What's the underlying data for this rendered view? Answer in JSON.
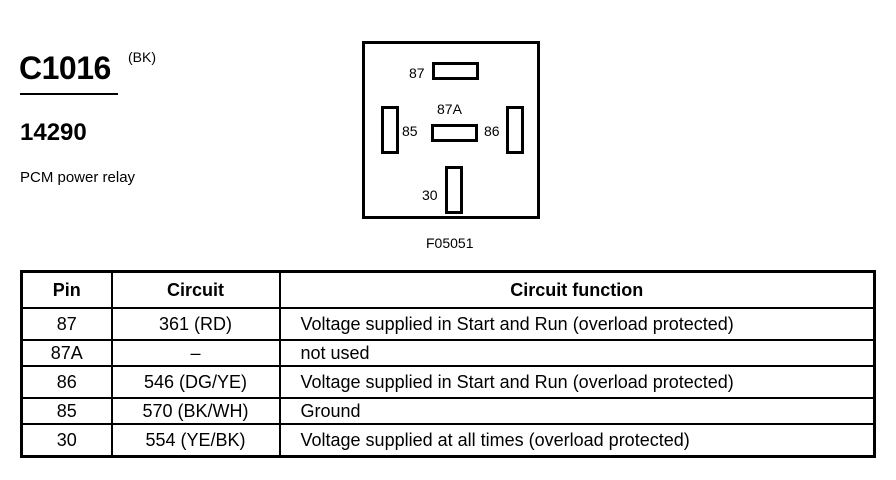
{
  "header": {
    "connector_id": "C1016",
    "connector_color": "(BK)",
    "part_number": "14290",
    "description": "PCM power relay"
  },
  "diagram": {
    "figure_id": "F05051",
    "terminals": {
      "t87": "87",
      "t87a": "87A",
      "t85": "85",
      "t86": "86",
      "t30": "30"
    }
  },
  "table": {
    "headers": [
      "Pin",
      "Circuit",
      "Circuit function"
    ],
    "rows": [
      {
        "pin": "87",
        "circuit": "361 (RD)",
        "function": "Voltage supplied in Start and Run (overload protected)"
      },
      {
        "pin": "87A",
        "circuit": "–",
        "function": "not used"
      },
      {
        "pin": "86",
        "circuit": "546 (DG/YE)",
        "function": "Voltage supplied in Start and Run (overload protected)"
      },
      {
        "pin": "85",
        "circuit": "570 (BK/WH)",
        "function": "Ground"
      },
      {
        "pin": "30",
        "circuit": "554 (YE/BK)",
        "function": "Voltage supplied at all times (overload protected)"
      }
    ]
  }
}
